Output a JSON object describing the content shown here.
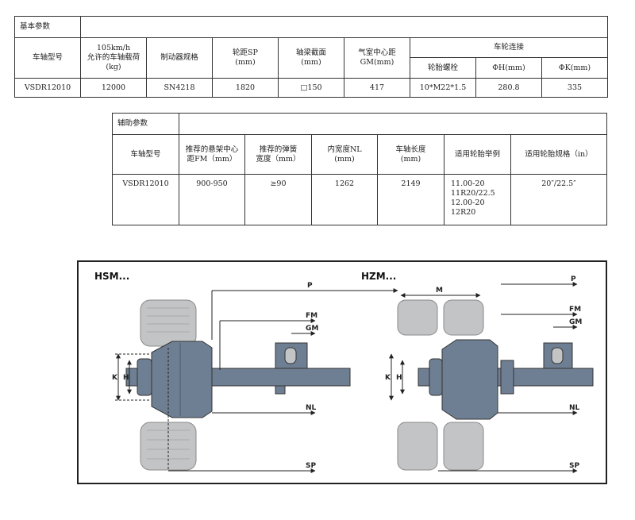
{
  "basic": {
    "section_title": "基本参数",
    "h_model": "车轴型号",
    "h_load": [
      "105km/h",
      "允许的车轴载荷",
      "(kg)"
    ],
    "h_brake": "制动器规格",
    "h_track": [
      "轮距SP",
      "(mm)"
    ],
    "h_beam": [
      "轴梁截面",
      "(mm)"
    ],
    "h_chamber": [
      "气室中心距",
      "GM(mm)"
    ],
    "h_wheel_conn": "车轮连接",
    "h_bolt": "轮胎螺栓",
    "h_phiH": "ΦH(mm)",
    "h_phiK": "ΦK(mm)",
    "row": {
      "model": "VSDR12010",
      "load": "12000",
      "brake": "SN4218",
      "track": "1820",
      "beam": "□150",
      "chamber": "417",
      "bolt": "10*M22*1.5",
      "phiH": "280.8",
      "phiK": "335"
    }
  },
  "aux": {
    "section_title": "辅助参数",
    "h_model": "车轴型号",
    "h_fm": [
      "推荐的悬架中心",
      "距FM（mm）"
    ],
    "h_spring": [
      "推荐的弹簧",
      "宽度（mm）"
    ],
    "h_nl": [
      "内宽度NL",
      "(mm)"
    ],
    "h_len": [
      "车轴长度",
      "(mm)"
    ],
    "h_wheels": "适用轮胎举例",
    "h_tire": "适用轮胎规格（in）",
    "row": {
      "model": "VSDR12010",
      "fm": "900-950",
      "spring": "≥90",
      "nl": "1262",
      "len": "2149",
      "wheels": [
        "11.00-20",
        "11R20/22.5",
        "12.00-20",
        "12R20"
      ],
      "tire": "20″/22.5″"
    }
  },
  "diagram": {
    "left_title": "HSM...",
    "right_title": "HZM...",
    "labels": {
      "P": "P",
      "FM": "FM",
      "GM": "GM",
      "NL": "NL",
      "SP": "SP",
      "K": "K",
      "H": "H",
      "M": "M"
    }
  },
  "colors": {
    "axle": "#6f7f93",
    "tire": "#c3c4c6",
    "border": "#333333"
  }
}
